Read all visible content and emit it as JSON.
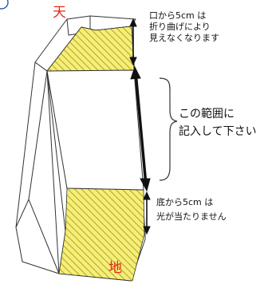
{
  "diagram": {
    "top_label": "天",
    "bottom_label": "地",
    "top_note": [
      "口から5cm は",
      "折り曲げにより",
      "見えなくなります"
    ],
    "middle_note": [
      "この範囲に",
      "記入して下さい"
    ],
    "bottom_note": [
      "底から5cm は",
      "光が当たりません"
    ],
    "colors": {
      "hatch_fill": "#f5ef7a",
      "hatch_stripe": "#b8a828",
      "red_label": "#e8261c",
      "outline": "#333333"
    }
  }
}
